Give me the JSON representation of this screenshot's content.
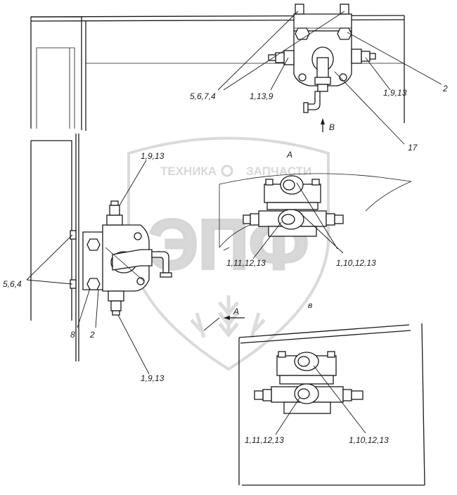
{
  "watermark": {
    "brand_left": "ТЕХНИКА",
    "brand_right": "ЗАПЧАСТИ",
    "monogram": "ЭПФ",
    "colors": {
      "mark": "#d8d8d8",
      "line": "#1a1a1a",
      "background": "#ffffff"
    }
  },
  "labels": {
    "top_left": "5,6,7,4",
    "top_mid": "1,13,9",
    "top_right": "1,9,13",
    "top_far": "2",
    "arrow_b": "В",
    "part_17": "17",
    "view_a": "А",
    "left_top": "1,9,13",
    "left_side": "5,6,4",
    "left_8": "8",
    "left_2": "2",
    "left_bottom": "1,9,13",
    "a_left": "1,11,12,13",
    "a_right": "1,10,12,13",
    "arrow_a": "А",
    "view_b": "в",
    "b_left": "1,11,12,13",
    "b_right": "1,10,12,13"
  }
}
